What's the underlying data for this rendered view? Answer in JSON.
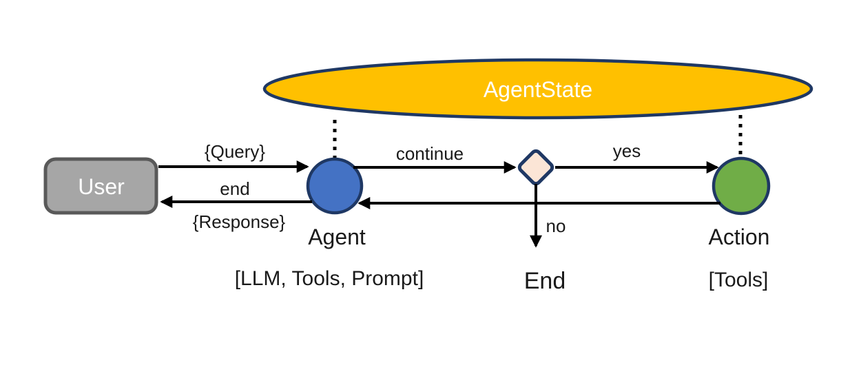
{
  "diagram": {
    "title_node": {
      "label": "AgentState"
    },
    "nodes": {
      "user": {
        "label": "User"
      },
      "agent": {
        "label": "Agent",
        "sublabel": "[LLM, Tools, Prompt]"
      },
      "action": {
        "label": "Action",
        "sublabel": "[Tools]"
      },
      "end": {
        "label": "End"
      }
    },
    "edges": {
      "query": {
        "label": "{Query}"
      },
      "end": {
        "label": "end"
      },
      "response": {
        "label": "{Response}"
      },
      "continue": {
        "label": "continue"
      },
      "yes": {
        "label": "yes"
      },
      "no": {
        "label": "no"
      }
    },
    "colors": {
      "agent_state_fill": "#FFC000",
      "node_border": "#1F3864",
      "agent_fill": "#4472C4",
      "action_fill": "#70AD47",
      "decision_fill": "#FBE5D6",
      "user_fill": "#A6A6A6",
      "user_border": "#595959",
      "arrow": "#000000"
    }
  }
}
